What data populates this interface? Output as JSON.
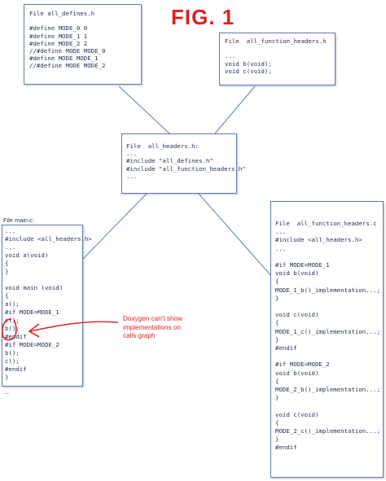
{
  "title": "FIG. 1",
  "boxes": {
    "all_defines": "File all_defines.h\n\n#define MODE_0 0\n#define MODE_1 1\n#define MODE_2 2\n//#define MODE MODE_0\n#define MODE MODE_1\n//#define MODE MODE_2",
    "function_headers_h": "File  all_function_headers.h\n\n...\nvoid b(void);\nvoid c(void);",
    "all_headers": "File  all_headers.h:\n...\n#include \"all_defines.h\"\n#include \"all_function_headers.h\"\n...",
    "main_c_label": "File main.c:",
    "main_c": "...\n#include <all_headers.h>\n...\nvoid a(void)\n{\n}\n\nvoid main (void)\n{\na();\n#if MODE=MODE_1\nc();\nb();\n#endif\n#if MODE=MODE_2\nb();\nc();\n#endif\n}",
    "main_c_after": "...",
    "function_headers_c": "File  all_function_headers.c\n...\n#include <all_headers.h>\n...\n\n#if MODE=MODE_1\nvoid b(void)\n{\nMODE_1_b()_implementation...;\n}\n\nvoid c(void)\n{\nMODE_1_c()_implementation...;\n}\n#endif\n\n#if MODE=MODE_2\nvoid b(void)\n{\nMODE_2_b()_implementation...;\n}\n\nvoid c(void)\n{\nMODE_2_c()_implementation...;\n}\n#endif"
  },
  "annotation": "Doxygen can't show\nimplementations on\ncalls graph",
  "colors": {
    "title": "#e01f1f",
    "annotation": "#e01f1f",
    "box_border": "#5b7db1",
    "connector": "#5b7db1",
    "text": "#253256"
  }
}
